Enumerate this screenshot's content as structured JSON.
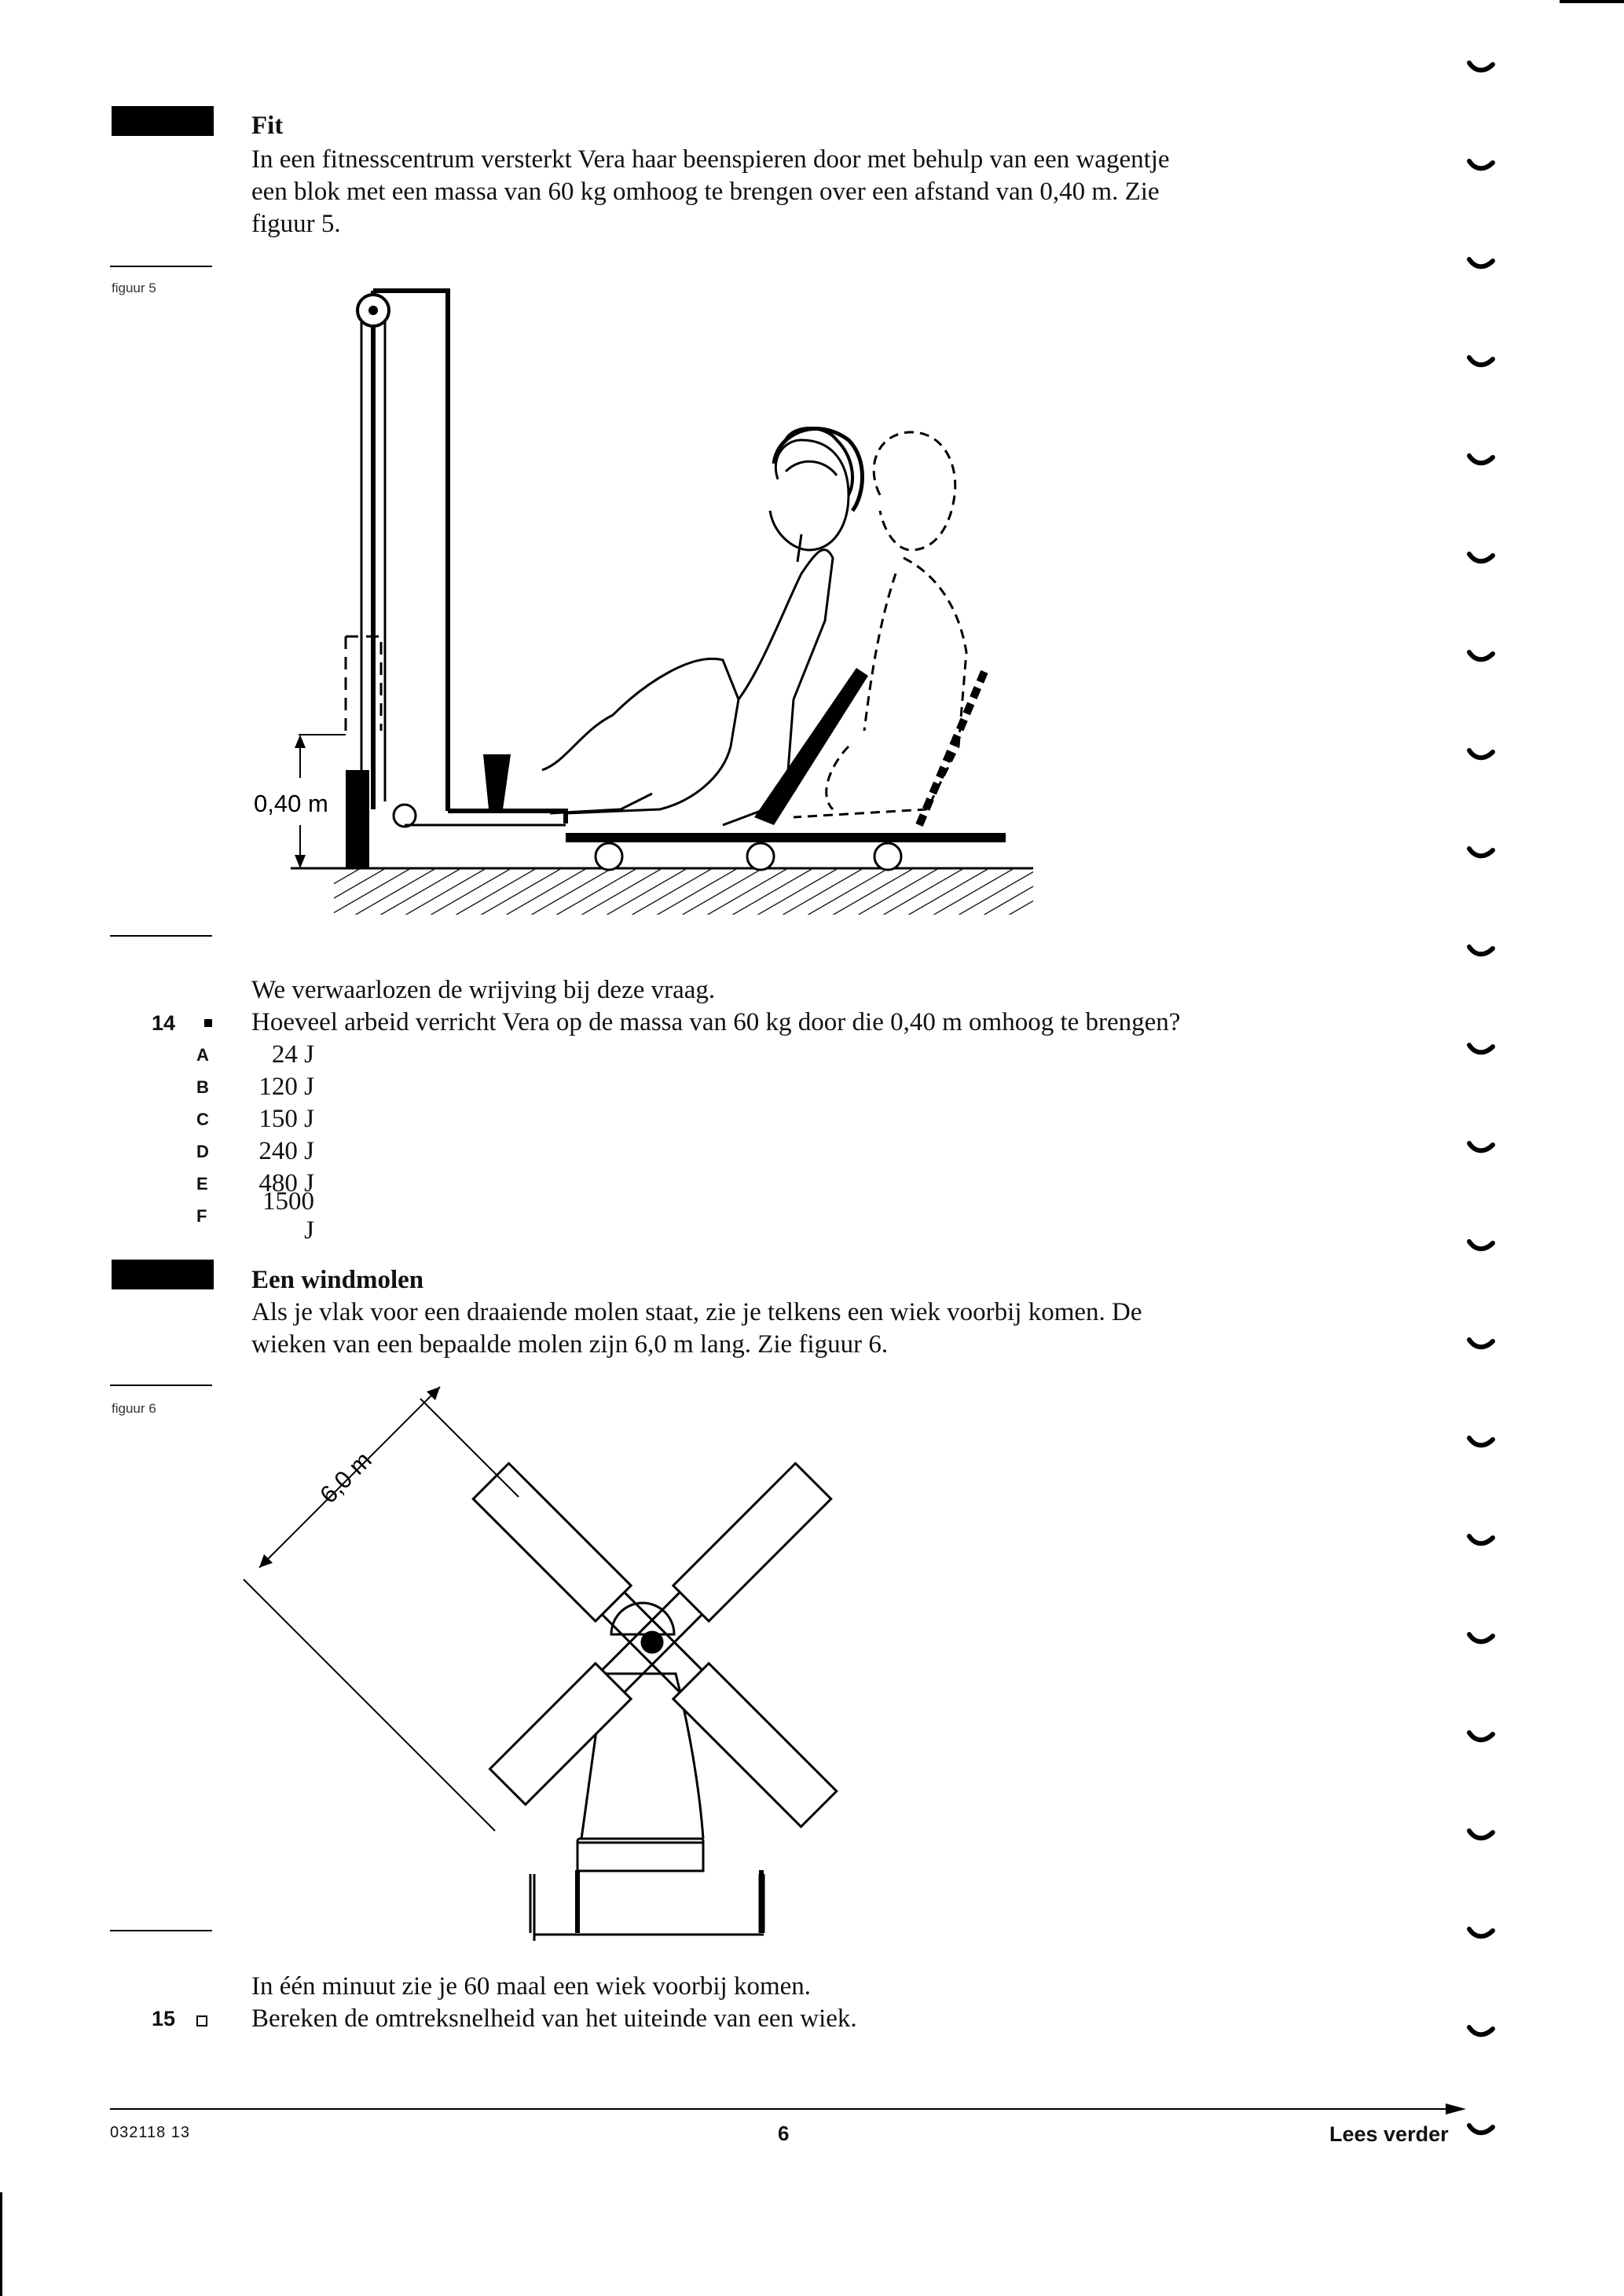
{
  "section_fit": {
    "title": "Fit",
    "text_lines": [
      "In een fitnesscentrum versterkt Vera haar beenspieren door met behulp van een wagentje",
      "een blok met een massa van 60 kg omhoog te brengen over een afstand van 0,40 m. Zie",
      "figuur 5."
    ],
    "figure_label": "figuur 5",
    "figure_dim_label": "0,40 m"
  },
  "question_14": {
    "intro": "We verwaarlozen de wrijving bij deze vraag.",
    "number": "14",
    "text": "Hoeveel arbeid verricht Vera op de massa van 60 kg door die 0,40 m omhoog te brengen?",
    "options": [
      {
        "letter": "A",
        "value": "24 J"
      },
      {
        "letter": "B",
        "value": "120 J"
      },
      {
        "letter": "C",
        "value": "150 J"
      },
      {
        "letter": "D",
        "value": "240 J"
      },
      {
        "letter": "E",
        "value": "480 J"
      },
      {
        "letter": "F",
        "value": "1500 J"
      }
    ]
  },
  "section_windmolen": {
    "title": "Een windmolen",
    "text_lines": [
      "Als je vlak voor een draaiende molen staat, zie je telkens een wiek voorbij komen. De",
      "wieken van een bepaalde molen zijn 6,0 m lang. Zie figuur 6."
    ],
    "figure_label": "figuur 6",
    "figure_dim_label": "6,0 m"
  },
  "question_15": {
    "intro": "In één minuut zie je 60 maal een wiek voorbij komen.",
    "number": "15",
    "text": "Bereken de omtreksnelheid van het uiteinde van een wiek."
  },
  "footer": {
    "code": "032118  13",
    "page": "6",
    "next": "Lees verder"
  }
}
